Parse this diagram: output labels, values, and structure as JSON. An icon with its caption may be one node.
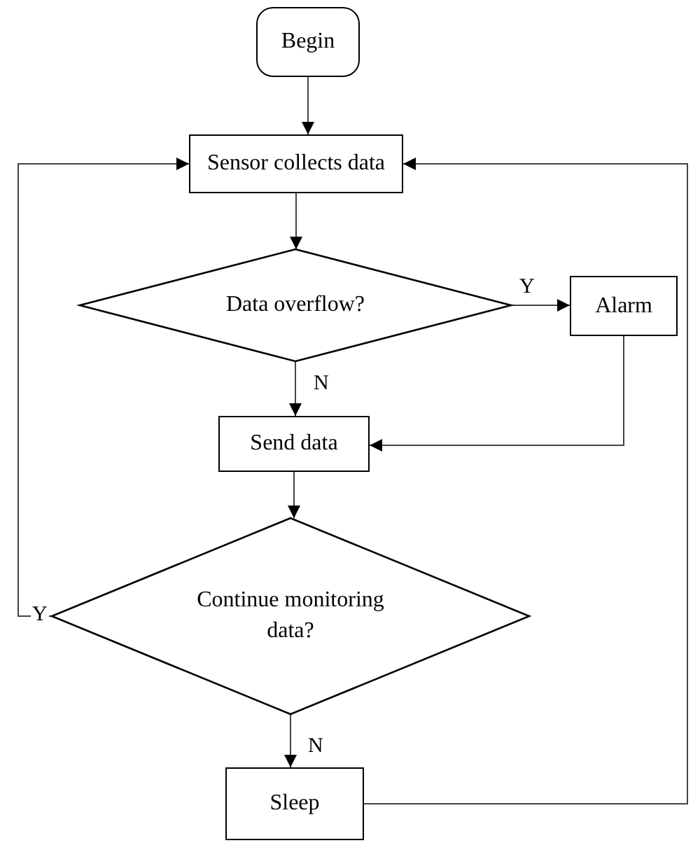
{
  "diagram": {
    "nodes": [
      {
        "text": [
          "Begin"
        ]
      },
      {
        "text": [
          "Sensor collects data"
        ]
      },
      {
        "text": [
          "Data overflow?"
        ]
      },
      {
        "text": [
          "Alarm"
        ]
      },
      {
        "text": [
          "Send data"
        ]
      },
      {
        "text": [
          "Continue monitoring data?"
        ]
      },
      {
        "text": [
          "Sleep"
        ]
      }
    ],
    "edges": [
      {
        "from": 0,
        "to": 1,
        "arrow": "to"
      },
      {
        "from": 1,
        "to": 2,
        "arrow": "to"
      },
      {
        "from": 2,
        "to": 3,
        "arrow": "to",
        "label": "Y"
      },
      {
        "from": 2,
        "to": 4,
        "arrow": "to",
        "label": "N"
      },
      {
        "from": 3,
        "to": 4,
        "arrow": "to"
      },
      {
        "from": 4,
        "to": 5,
        "arrow": "to"
      },
      {
        "from": 5,
        "to": 1,
        "arrow": "to",
        "label": "Y"
      },
      {
        "from": 5,
        "to": 6,
        "arrow": "to",
        "label": "N"
      },
      {
        "from": 6,
        "to": 1,
        "arrow": "to"
      }
    ]
  }
}
